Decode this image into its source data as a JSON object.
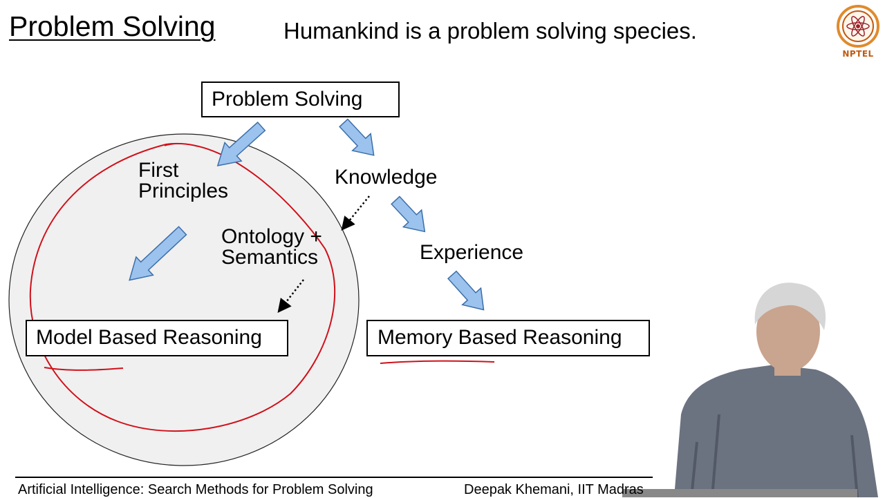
{
  "slide": {
    "title": "Problem Solving",
    "tagline": "Humankind is a problem solving species."
  },
  "logo": {
    "text": "NPTEL"
  },
  "diagram": {
    "root": "Problem Solving",
    "first_principles": "First\nPrinciples",
    "ontology": "Ontology +\nSemantics",
    "knowledge": "Knowledge",
    "experience": "Experience",
    "model_based": "Model Based Reasoning",
    "memory_based": "Memory Based Reasoning"
  },
  "footer": {
    "course": "Artificial Intelligence: Search Methods for Problem Solving",
    "author": "Deepak Khemani, IIT Madras"
  },
  "colors": {
    "arrow_fill": "#9cc2ee",
    "arrow_stroke": "#3a6ea8",
    "annotation_red": "#d0101a",
    "circle_fill": "#f0f0f0"
  }
}
